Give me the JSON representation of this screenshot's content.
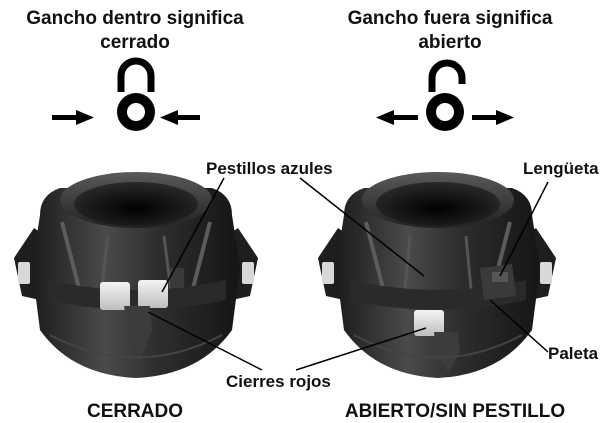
{
  "headings": {
    "left_line1": "Gancho dentro significa",
    "left_line2": "cerrado",
    "right_line1": "Gancho fuera significa",
    "right_line2": "abierto"
  },
  "callouts": {
    "blue_latches": "Pestillos azules",
    "tab": "Lengüeta",
    "paddle": "Paleta",
    "red_locks": "Cierres rojos"
  },
  "captions": {
    "closed": "CERRADO",
    "open": "ABIERTO/SIN PESTILLO"
  }
}
